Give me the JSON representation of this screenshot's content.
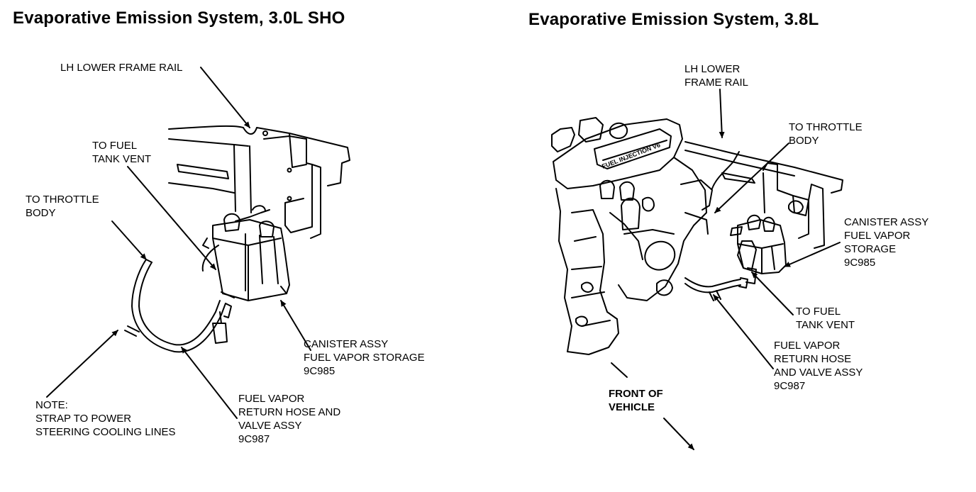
{
  "left_panel": {
    "title": "Evaporative Emission System, 3.0L SHO",
    "labels": {
      "frame_rail": [
        "LH LOWER FRAME RAIL"
      ],
      "fuel_tank_vent": [
        "TO FUEL",
        "TANK VENT"
      ],
      "throttle_body": [
        "TO THROTTLE",
        "BODY"
      ],
      "canister": [
        "CANISTER ASSY",
        "FUEL VAPOR STORAGE",
        "9C985"
      ],
      "note": [
        "NOTE:",
        "STRAP TO POWER",
        "STEERING COOLING LINES"
      ],
      "return_hose": [
        "FUEL VAPOR",
        "RETURN HOSE AND",
        "VALVE ASSY",
        "9C987"
      ]
    }
  },
  "right_panel": {
    "title": "Evaporative Emission System, 3.8L",
    "labels": {
      "frame_rail": [
        "LH LOWER",
        "FRAME RAIL"
      ],
      "throttle_body": [
        "TO THROTTLE",
        "BODY"
      ],
      "canister": [
        "CANISTER ASSY",
        "FUEL VAPOR",
        "STORAGE",
        "9C985"
      ],
      "fuel_tank_vent": [
        "TO FUEL",
        "TANK VENT"
      ],
      "return_hose": [
        "FUEL VAPOR",
        "RETURN HOSE",
        "AND VALVE ASSY",
        "9C987"
      ],
      "front": [
        "FRONT OF",
        "VEHICLE"
      ]
    },
    "engine_lettering": "FUEL INJECTION V6"
  }
}
